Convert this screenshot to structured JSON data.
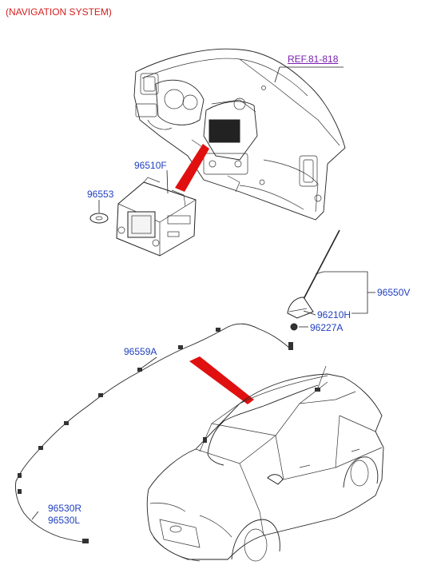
{
  "title": "(NAVIGATION SYSTEM)",
  "ref": "REF.81-818",
  "callouts": {
    "head_unit": "96510F",
    "washer": "96553",
    "antenna_assy": "96550V",
    "antenna_base": "96210H",
    "nut": "96227A",
    "cable_roof": "96559A",
    "cable_r": "96530R",
    "cable_l": "96530L"
  },
  "colors": {
    "title": "#d62020",
    "callout": "#1f3fbf",
    "ref": "#7a1fb0",
    "arrow": "#e01010"
  }
}
